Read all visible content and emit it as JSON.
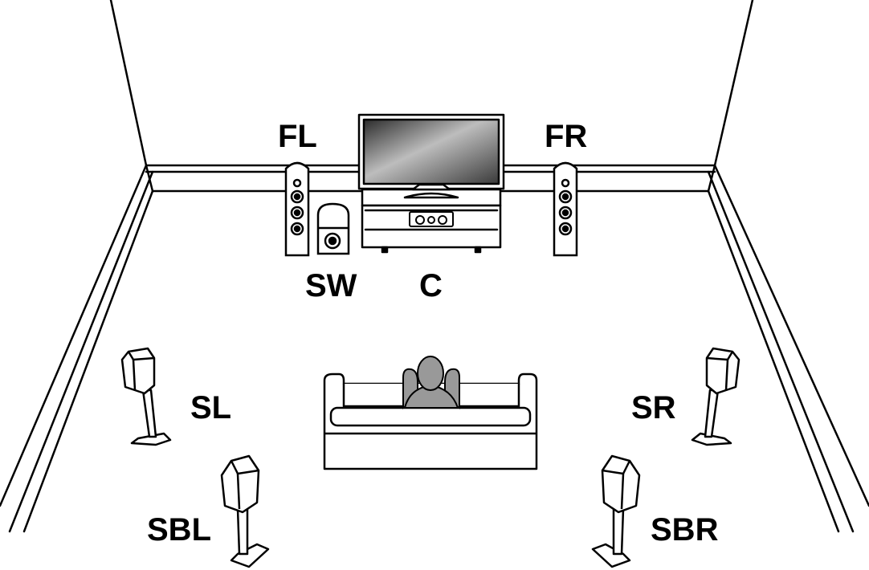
{
  "speakers": {
    "fl": "FL",
    "fr": "FR",
    "sw": "SW",
    "c": "C",
    "sl": "SL",
    "sr": "SR",
    "sbl": "SBL",
    "sbr": "SBR"
  },
  "colors": {
    "line": "#000000",
    "fill": "#ffffff",
    "listener": "#999999",
    "tv_dark": "#2b2b2b",
    "tv_light": "#e6e6e6"
  }
}
